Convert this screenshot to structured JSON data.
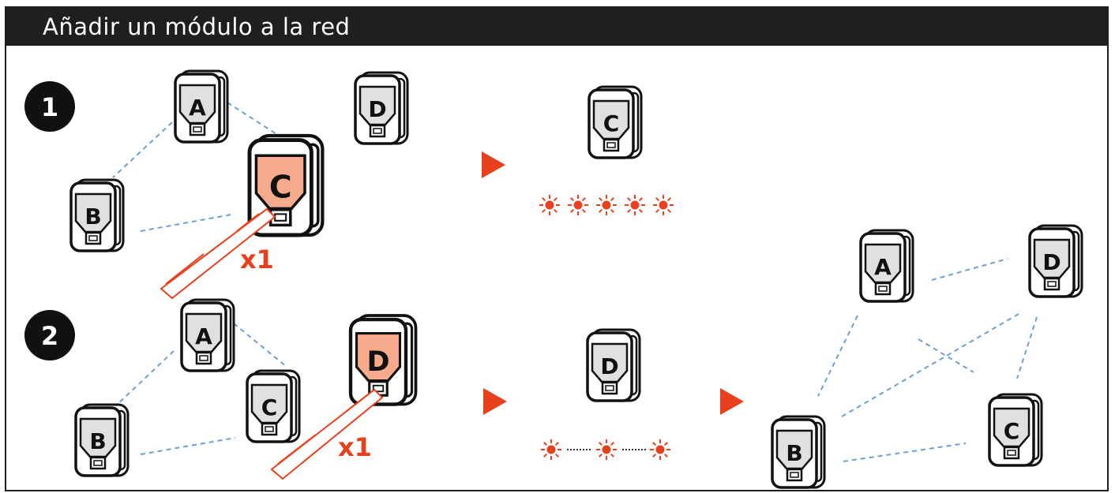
{
  "header": {
    "title": "Añadir un módulo a la red"
  },
  "steps": [
    {
      "number": "1"
    },
    {
      "number": "2"
    }
  ],
  "press_counts": [
    {
      "label": "x1"
    },
    {
      "label": "x1"
    }
  ],
  "modules": {
    "A": "A",
    "B": "B",
    "C": "C",
    "D": "D"
  },
  "colors": {
    "header_bg": "#1f1f1f",
    "accent": "#e8401c",
    "highlight_fill": "#f6ab8c",
    "module_fill": "#e0e0e0",
    "connection": "#6aa0d4",
    "led": "#e8401c"
  },
  "icons": [
    "module-icon",
    "arrow-right-icon",
    "led-blink-icon",
    "pin-tool-icon"
  ]
}
